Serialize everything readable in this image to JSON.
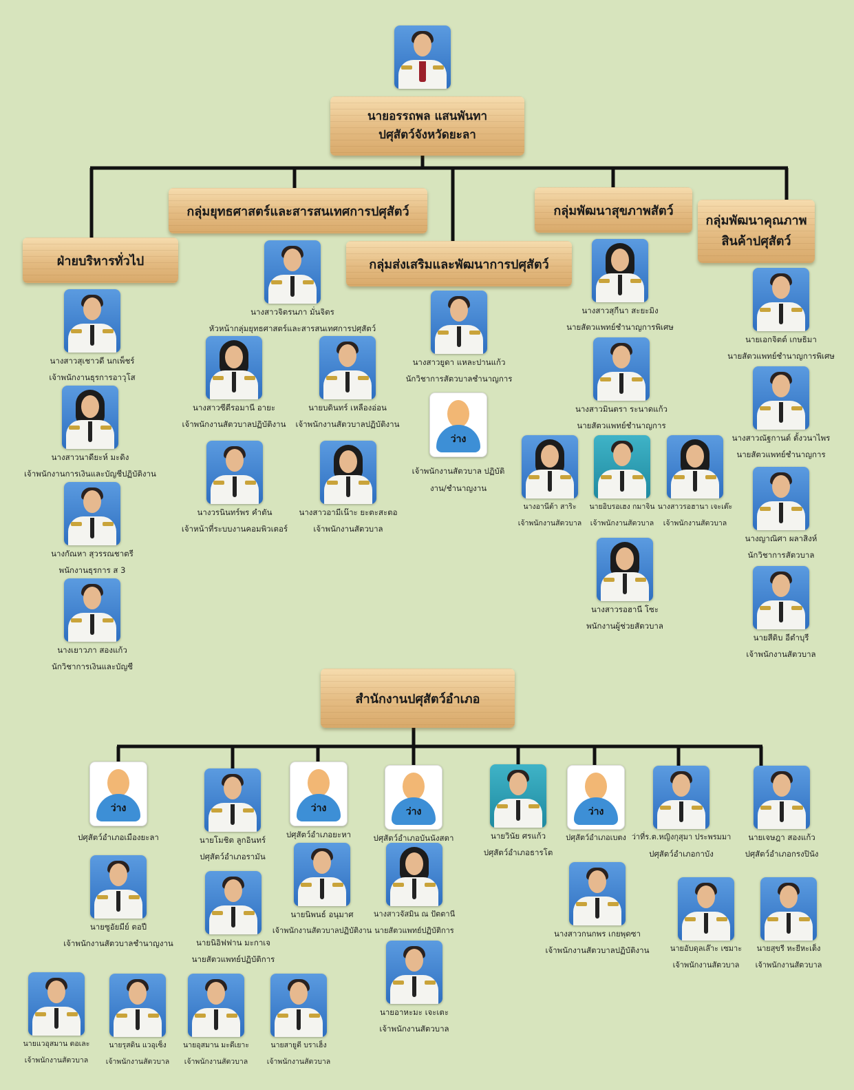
{
  "director": {
    "name": "นายอรรถพล  แสนพันทา",
    "title": "ปศุสัตว์จังหวัดยะลา"
  },
  "groups": {
    "admin": "ฝ่ายบริหารทั่วไป",
    "strategy": "กลุ่มยุทธศาสตร์และสารสนเทศการปศุสัตว์",
    "promotion": "กลุ่มส่งเสริมและพัฒนาการปศุสัตว์",
    "health": "กลุ่มพัฒนาสุขภาพสัตว์",
    "quality": "กลุ่มพัฒนาคุณภาพ สินค้าปศุสัตว์",
    "district_office": "สำนักงานปศุสัตว์อำเภอ"
  },
  "vacant_label": "ว่าง",
  "people": {
    "admin_1": {
      "name": "นางสาวสุเชาวดี  นกเพ็ชร์",
      "role": "เจ้าพนักงานธุรการอาวุโส"
    },
    "admin_2": {
      "name": "นางสาวนาดียะห์  มะดิง",
      "role": "เจ้าพนักงานการเงินและบัญชีปฏิบัติงาน"
    },
    "admin_3": {
      "name": "นางกัณหา  สุวรรณชาตรี",
      "role": "พนักงานธุรการ ส 3"
    },
    "admin_4": {
      "name": "นางเยาวภา  สองแก้ว",
      "role": "นักวิชาการเงินและบัญชี"
    },
    "strat_1": {
      "name": "นางสาวจิตรนภา  มั่นจิตร",
      "role": "หัวหน้ากลุ่มยุทธศาสตร์และสารสนเทศการปศุสัตว์"
    },
    "strat_2": {
      "name": "นางสาวซีตีรอมานี  อายะ",
      "role": "เจ้าพนักงานสัตวบาลปฏิบัติงาน"
    },
    "strat_3": {
      "name": "นายบดินทร์  เหลืองอ่อน",
      "role": "เจ้าพนักงานสัตวบาลปฏิบัติงาน"
    },
    "strat_4": {
      "name": "นางวรนินทร์พร  คำตัน",
      "role": "เจ้าหน้าที่ระบบงานคอมพิวเตอร์"
    },
    "strat_5": {
      "name": "นางสาวอามีเน๊าะ  ยะตะสะตอ",
      "role": "เจ้าพนักงานสัตวบาล"
    },
    "promo_1": {
      "name": "นางสาวยูดา  แหละปานแก้ว",
      "role": "นักวิชาการสัตวบาลชำนาญการ"
    },
    "promo_2": {
      "name": "",
      "role": "เจ้าพนักงานสัตวบาล ปฏิบัติงาน/ชำนาญงาน"
    },
    "health_1": {
      "name": "นางสาวสุกีนา  สะยะมิง",
      "role": "นายสัตวแพทย์ชำนาญการพิเศษ"
    },
    "health_2": {
      "name": "นางสาวมินตรา  ระนาดแก้ว",
      "role": "นายสัตวแพทย์ชำนาญการ"
    },
    "health_3": {
      "name": "นางอานีต้า  สาริะ",
      "role": "เจ้าพนักงานสัตวบาล"
    },
    "health_4": {
      "name": "นายอิบรอเฮง  กมาจิน",
      "role": "เจ้าพนักงานสัตวบาล"
    },
    "health_5": {
      "name": "นางสาวรอฮานา  เจะเต๊ะ",
      "role": "เจ้าพนักงานสัตวบาล"
    },
    "health_6": {
      "name": "นางสาวรอฮานี  โซะ",
      "role": "พนักงานผู้ช่วยสัตวบาล"
    },
    "quality_1": {
      "name": "นายเอกจิตต์  เกษธิมา",
      "role": "นายสัตวแพทย์ชำนาญการพิเศษ"
    },
    "quality_2": {
      "name": "นางสาวณัฐกานต์  ตั้งวนาไพร",
      "role": "นายสัตวแพทย์ชำนาญการ"
    },
    "quality_3": {
      "name": "นางญาณิศา  ผลาสิงห์",
      "role": "นักวิชาการสัตวบาล"
    },
    "quality_4": {
      "name": "นายสีดิบ  อีตำบุรี",
      "role": "เจ้าพนักงานสัตวบาล"
    },
    "dist_mueang": {
      "name": "",
      "role": "ปศุสัตว์อำเภอเมืองยะลา"
    },
    "dist_raman": {
      "name": "นายโมชิต  ลูกอินทร์",
      "role": "ปศุสัตว์อำเภอรามัน"
    },
    "dist_yaha": {
      "name": "",
      "role": "ปศุสัตว์อำเภอยะหา"
    },
    "dist_bannang": {
      "name": "",
      "role": "ปศุสัตว์อำเภอบันนังสตา"
    },
    "dist_than": {
      "name": "นายวินัย  ศรแก้ว",
      "role": "ปศุสัตว์อำเภอธารโต"
    },
    "dist_betong": {
      "name": "",
      "role": "ปศุสัตว์อำเภอเบตง"
    },
    "dist_kabang": {
      "name": "ว่าที่ร.ต.หญิงกุสุมา  ประพรมมา",
      "role": "ปศุสัตว์อำเภอกาบัง"
    },
    "dist_krong": {
      "name": "นายเจษฎา  สองแก้ว",
      "role": "ปศุสัตว์อำเภอกรงปินัง"
    },
    "d_s1": {
      "name": "นายซูอัยมีย์  ตอปี",
      "role": "เจ้าพนักงานสัตวบาลชำนาญงาน"
    },
    "d_s2": {
      "name": "นายนิอิฟฟาน  มะกาเจ",
      "role": "นายสัตวแพทย์ปฏิบัติการ"
    },
    "d_s3": {
      "name": "นายนิพนธ์  อนุมาศ",
      "role": "เจ้าพนักงานสัตวบาลปฏิบัติงาน"
    },
    "d_s4": {
      "name": "นางสาวจัสมิน  ณ ปัตตานี",
      "role": "นายสัตวแพทย์ปฏิบัติการ"
    },
    "d_s5": {
      "name": "นายอาหะมะ  เจะเตะ",
      "role": "เจ้าพนักงานสัตวบาล"
    },
    "d_s6": {
      "name": "นางสาวกนกพร  เกยพุดซา",
      "role": "เจ้าพนักงานสัตวบาลปฏิบัติงาน"
    },
    "d_s7": {
      "name": "นายอับดุลเล๊าะ  เซมาะ",
      "role": "เจ้าพนักงานสัตวบาล"
    },
    "d_s8": {
      "name": "นายสุขรี  หะยีหะเต็ง",
      "role": "เจ้าพนักงานสัตวบาล"
    },
    "d_s9": {
      "name": "นายแวอุสมาน  ตอเละ",
      "role": "เจ้าพนักงานสัตวบาล"
    },
    "d_s10": {
      "name": "นายรุสดิน  แวอุเซ็ง",
      "role": "เจ้าพนักงานสัตวบาล"
    },
    "d_s11": {
      "name": "นายอุสมาน  มะดีเยาะ",
      "role": "เจ้าพนักงานสัตวบาล"
    },
    "d_s12": {
      "name": "นายสายูตี  บราเฮ็ง",
      "role": "เจ้าพนักงานสัตวบาล"
    }
  }
}
